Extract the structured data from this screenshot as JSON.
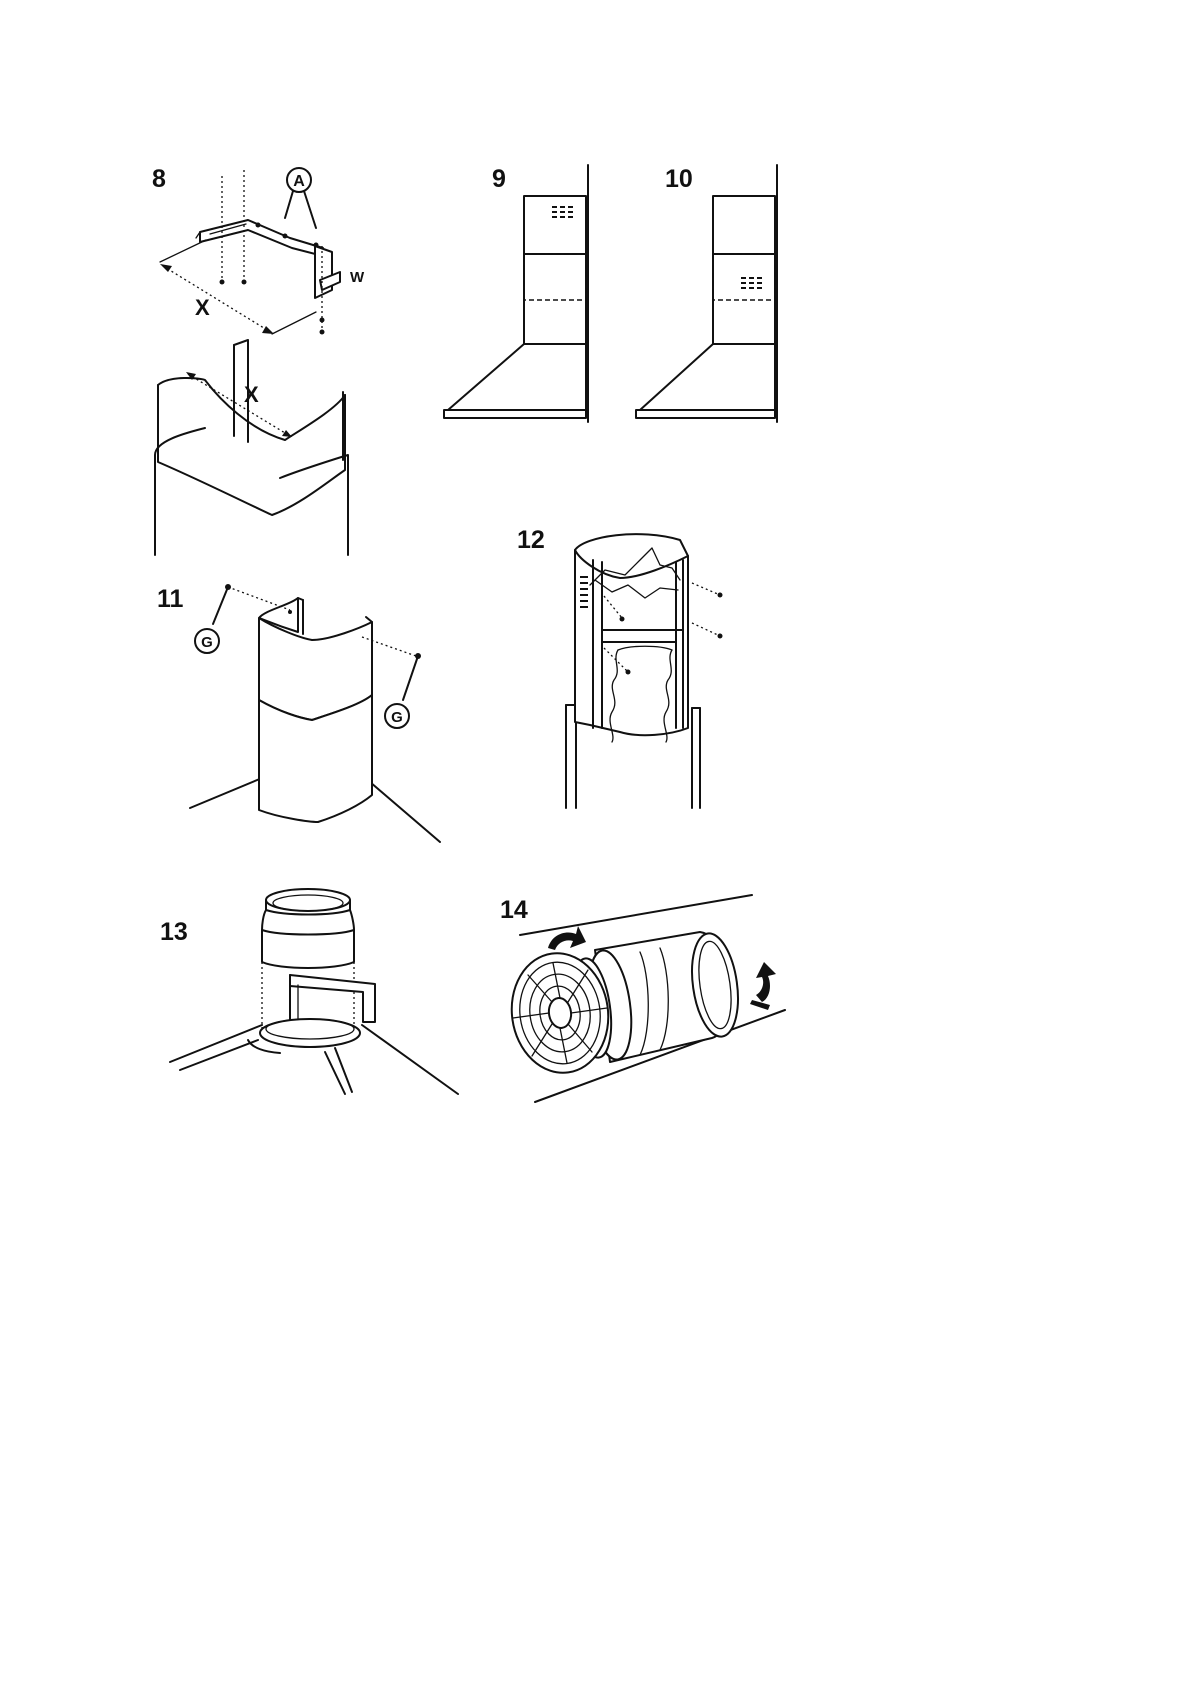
{
  "figures": [
    {
      "number": "8",
      "labels": [
        "A",
        "W",
        "X",
        "X"
      ]
    },
    {
      "number": "9"
    },
    {
      "number": "10"
    },
    {
      "number": "11",
      "labels": [
        "G",
        "G"
      ]
    },
    {
      "number": "12"
    },
    {
      "number": "13"
    },
    {
      "number": "14"
    }
  ],
  "icons": [
    "hood-bracket-icon",
    "chimney-cover-icon",
    "cooker-hood-icon",
    "duct-hose-icon",
    "collar-adapter-icon",
    "charcoal-filter-icon",
    "rotate-arrow-icon"
  ]
}
